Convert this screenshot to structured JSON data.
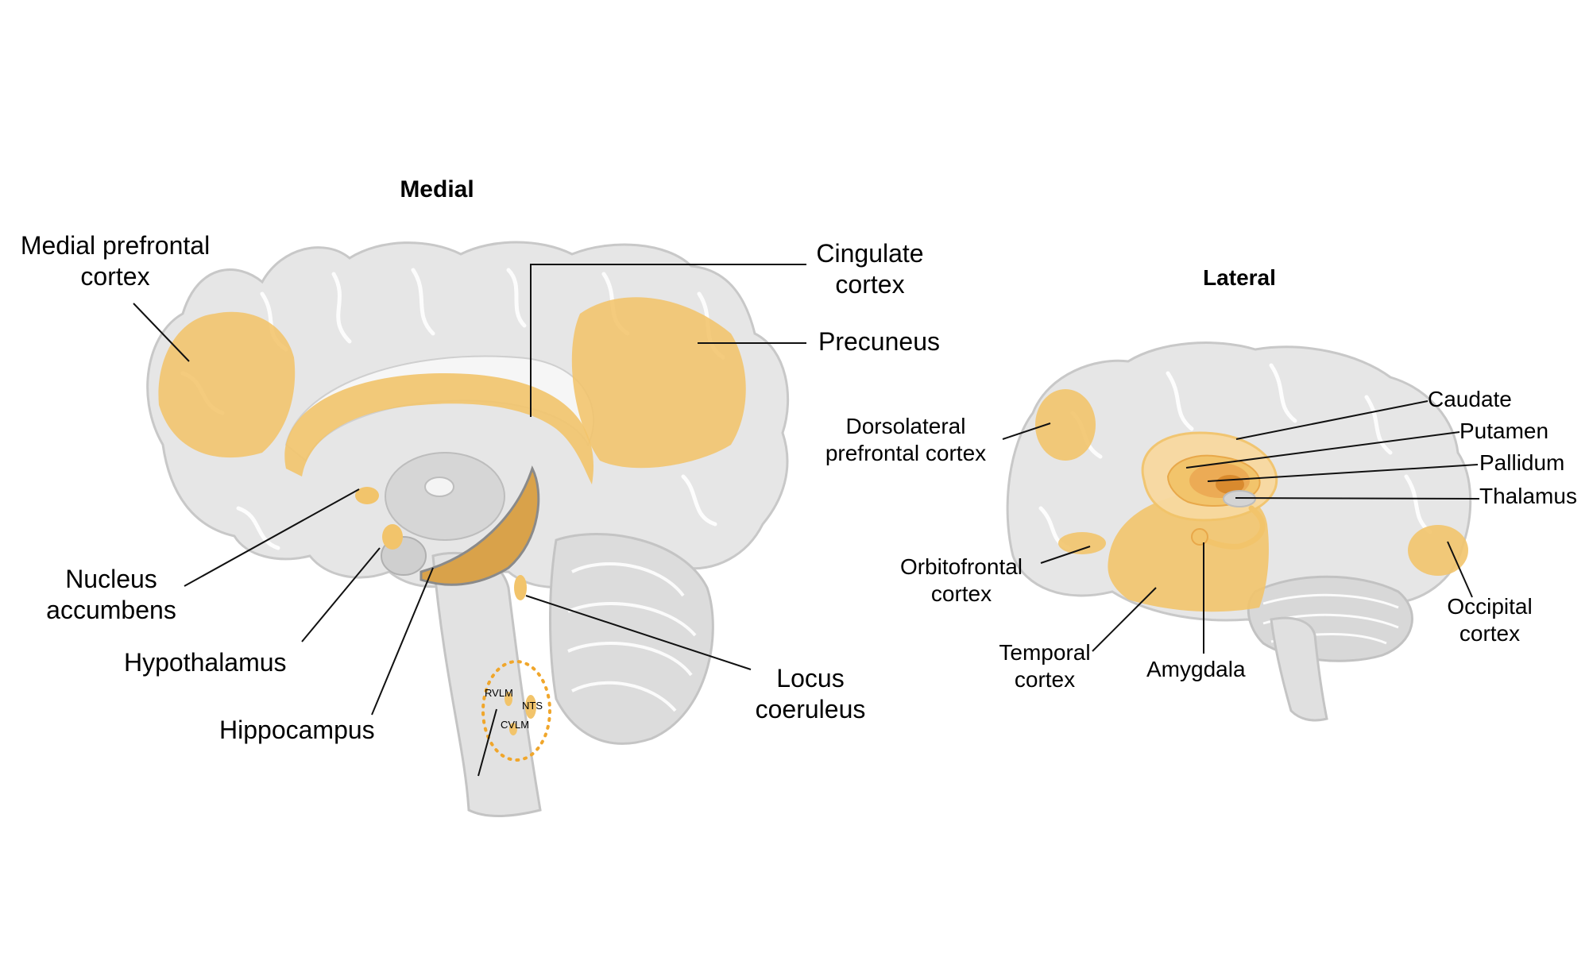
{
  "titles": {
    "medial": "Medial",
    "lateral": "Lateral"
  },
  "medial_labels": {
    "mpfc": [
      "Medial prefrontal",
      "cortex"
    ],
    "cingulate": [
      "Cingulate",
      "cortex"
    ],
    "precuneus": "Precuneus",
    "nucleus_accumbens": [
      "Nucleus",
      "accumbens"
    ],
    "hypothalamus": "Hypothalamus",
    "hippocampus": "Hippocampus",
    "locus_coeruleus": [
      "Locus",
      "coeruleus"
    ],
    "rvlm": "RVLM",
    "nts": "NTS",
    "cvlm": "CVLM"
  },
  "lateral_labels": {
    "dlpfc": [
      "Dorsolateral",
      "prefrontal cortex"
    ],
    "caudate": "Caudate",
    "putamen": "Putamen",
    "pallidum": "Pallidum",
    "thalamus": "Thalamus",
    "ofc": [
      "Orbitofrontal",
      "cortex"
    ],
    "temporal": [
      "Temporal",
      "cortex"
    ],
    "amygdala": "Amygdala",
    "occipital": [
      "Occipital",
      "cortex"
    ]
  },
  "colors": {
    "region_highlight": "#f2c46b",
    "region_dark": "#d9a24a",
    "brain_fill": "#e6e6e6",
    "brain_stroke": "#c4c4c4",
    "leader_line": "#111111"
  }
}
